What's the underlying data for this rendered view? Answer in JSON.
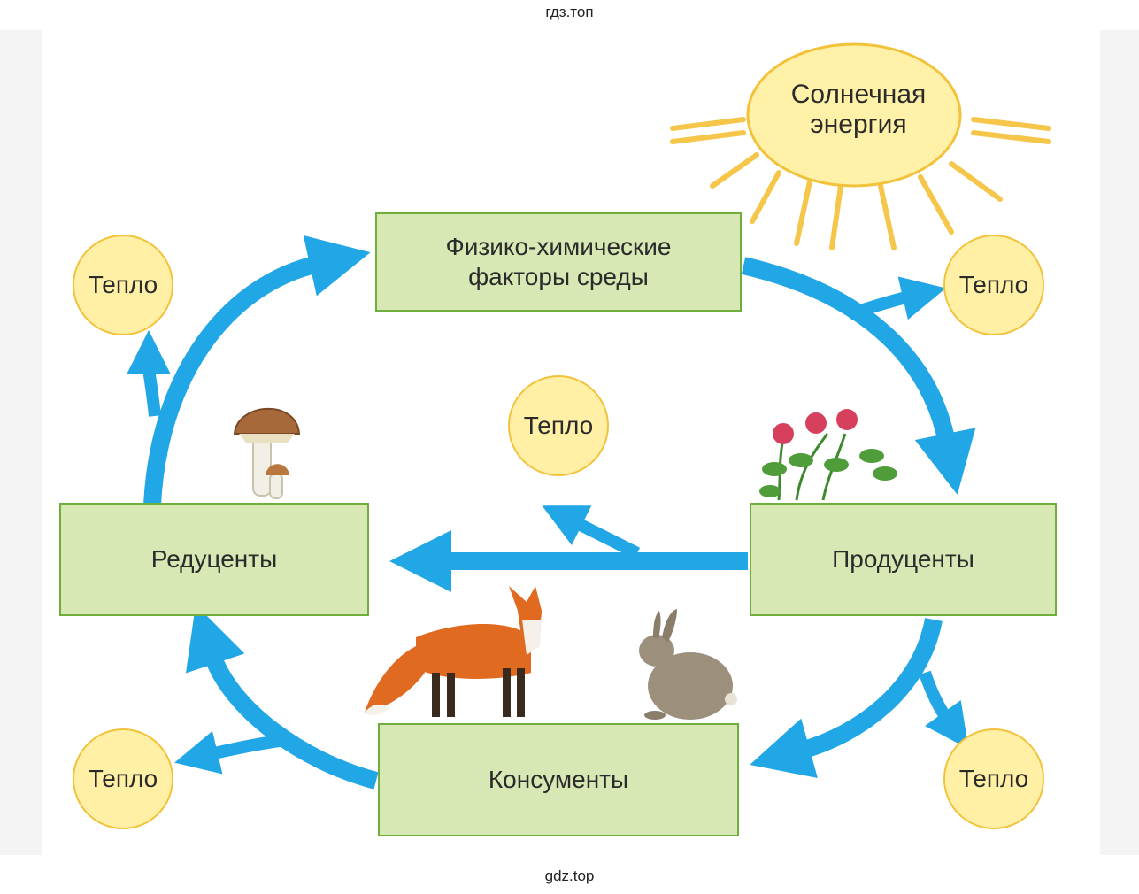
{
  "header": {
    "site": "гдз.топ"
  },
  "footer": {
    "site": "gdz.top"
  },
  "diagram": {
    "sun": {
      "label_line1": "Солнечная",
      "label_line2": "энергия"
    },
    "boxes": {
      "factors": {
        "line1": "Физико-химические",
        "line2": "факторы среды"
      },
      "reducers": "Редуценты",
      "producers": "Продуценты",
      "consumers": "Консументы"
    },
    "heat_label": "Тепло",
    "colors": {
      "arrow": "#22a7e6",
      "box_fill": "#d7e8b4",
      "box_border": "#6fae3c",
      "heat_fill": "#fff0a6",
      "heat_border": "#f2c23a",
      "sun_fill": "#fff2a8"
    }
  }
}
